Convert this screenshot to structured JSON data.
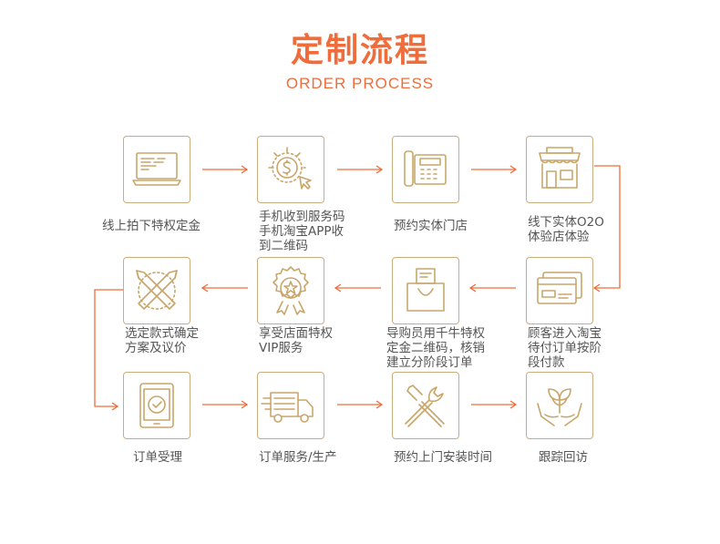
{
  "header": {
    "title": "定制流程",
    "subtitle": "ORDER PROCESS"
  },
  "colors": {
    "accent": "#f06c3a",
    "icon": "#c8a66a",
    "border": "#c9ad7c"
  },
  "steps": [
    {
      "icon": "laptop-icon",
      "label": [
        "线上拍下特权定金"
      ]
    },
    {
      "icon": "coin-click-icon",
      "label": [
        "手机收到服务码",
        "手机淘宝APP收",
        "到二维码"
      ]
    },
    {
      "icon": "telephone-icon",
      "label": [
        "预约实体门店"
      ]
    },
    {
      "icon": "storefront-icon",
      "label": [
        "线下实体O2O",
        "体验店体验"
      ]
    },
    {
      "icon": "card-icon",
      "label": [
        "顾客进入淘宝",
        "待付订单按阶",
        "段付款"
      ]
    },
    {
      "icon": "shopping-bag-icon",
      "label": [
        "导购员用千牛特权",
        "定金二维码，核销",
        "建立分阶段订单"
      ]
    },
    {
      "icon": "star-badge-icon",
      "label": [
        "享受店面特权",
        "VIP服务"
      ]
    },
    {
      "icon": "pencils-icon",
      "label": [
        "选定款式确定",
        "方案及议价"
      ]
    },
    {
      "icon": "tablet-check-icon",
      "label": [
        "订单受理"
      ]
    },
    {
      "icon": "truck-icon",
      "label": [
        "订单服务/生产"
      ]
    },
    {
      "icon": "tools-icon",
      "label": [
        "预约上门安装时间"
      ]
    },
    {
      "icon": "hands-plant-icon",
      "label": [
        "跟踪回访"
      ]
    }
  ]
}
